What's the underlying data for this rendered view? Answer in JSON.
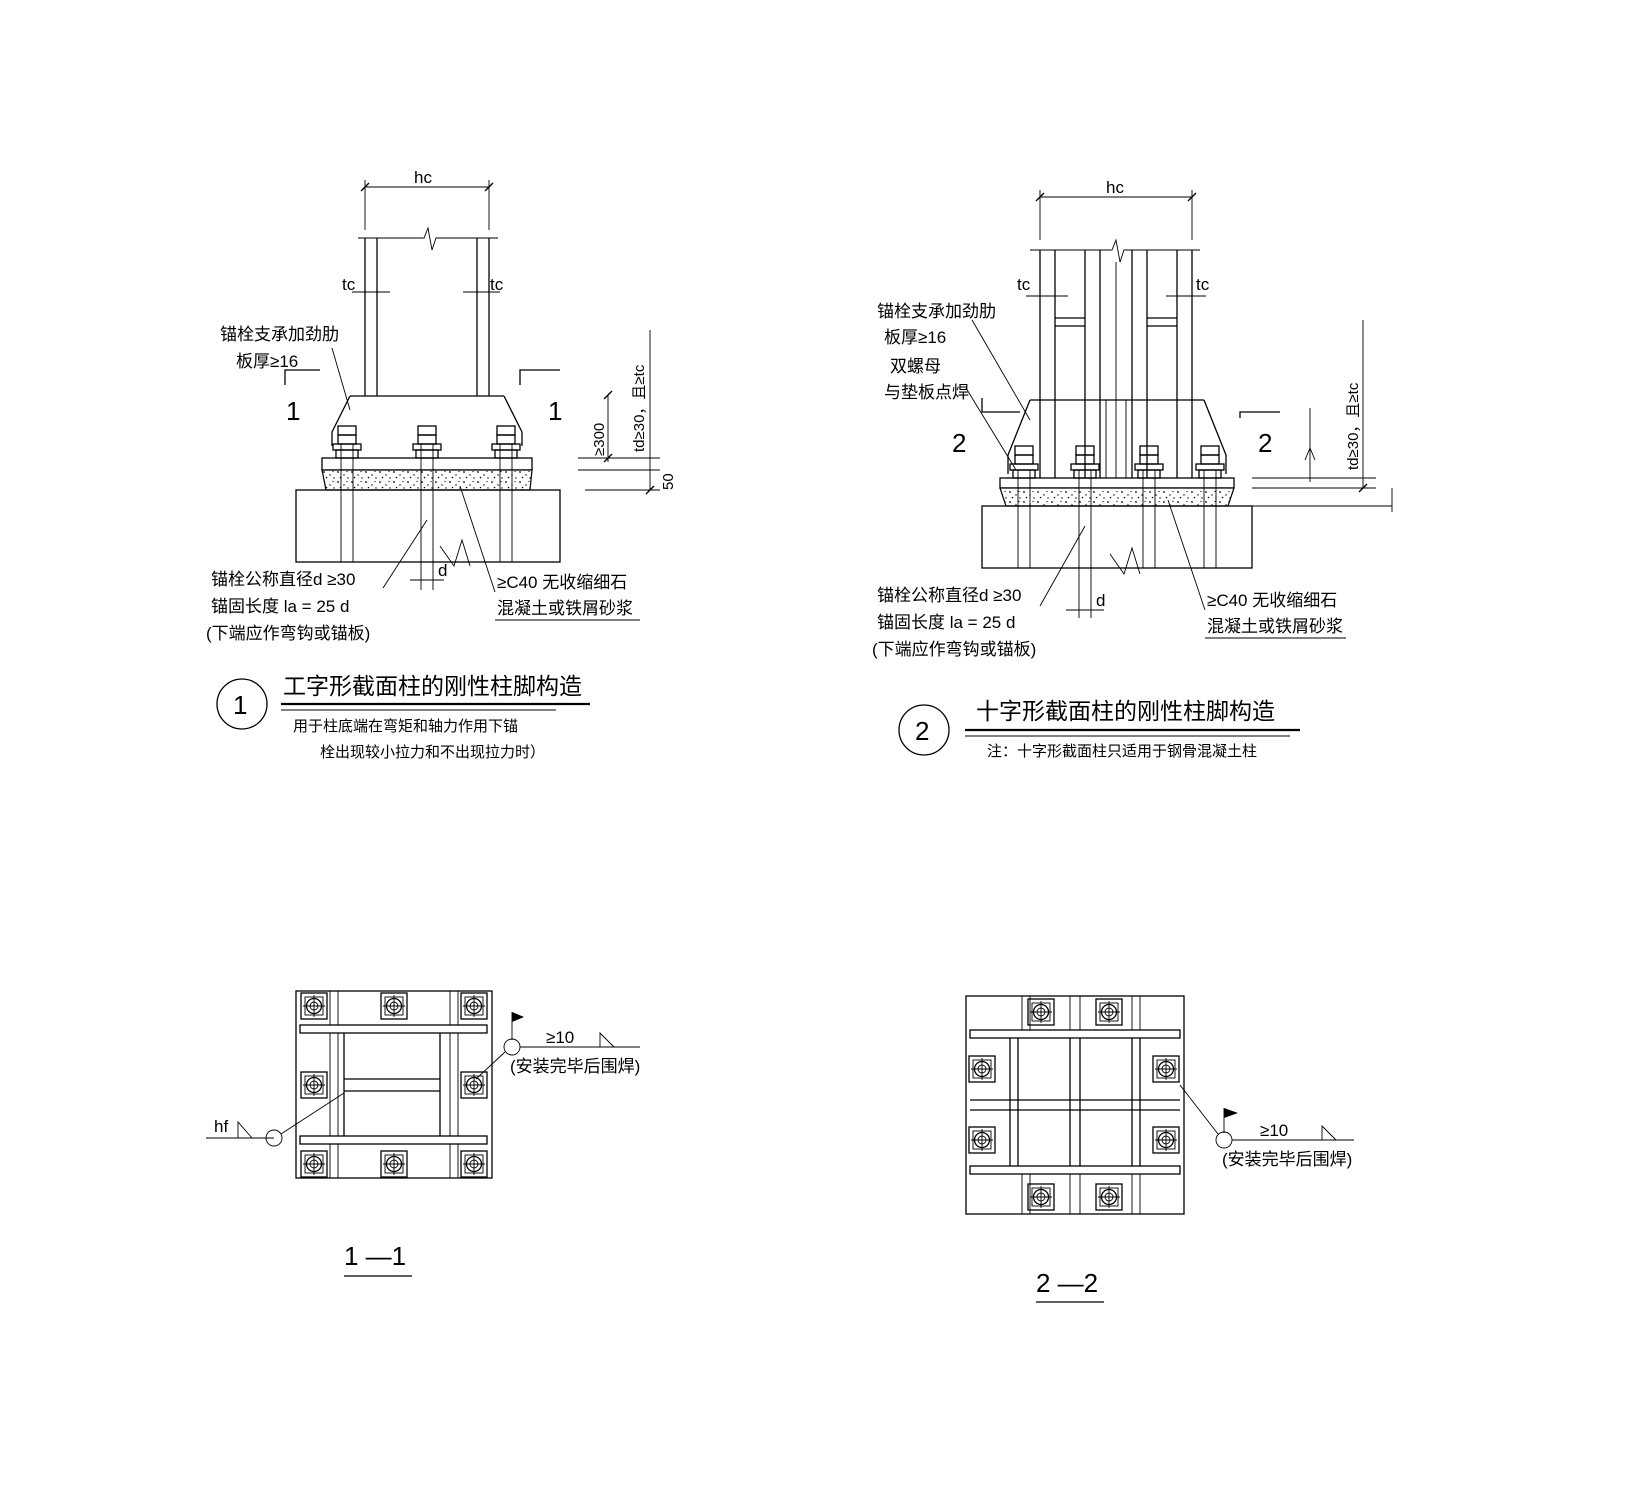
{
  "detail1": {
    "dim_hc": "hc",
    "tc_left": "tc",
    "tc_right": "tc",
    "stiffener_line1": "锚栓支承加劲肋",
    "stiffener_line2": "板厚≥16",
    "cut_left": "1",
    "cut_right": "1",
    "dim_300": "≥300",
    "dim_td": "td≥30，且≥tc",
    "dim_50": "50",
    "bolt_line1": "锚栓公称直径d ≥30",
    "bolt_line2": "锚固长度 la = 25 d",
    "bolt_line3": "(下端应作弯钩或锚板)",
    "dim_d": "d",
    "grout_line1": "≥C40 无收缩细石",
    "grout_line2": "混凝土或铁屑砂浆",
    "number": "1",
    "title": "工字形截面柱的刚性柱脚构造",
    "note_line1": "用于柱底端在弯矩和轴力作用下锚",
    "note_line2": "栓出现较小拉力和不出现拉力时）"
  },
  "detail2": {
    "dim_hc": "hc",
    "tc_left": "tc",
    "tc_right": "tc",
    "stiffener_line1": "锚栓支承加劲肋",
    "stiffener_line2": "板厚≥16",
    "nut_line1": "双螺母",
    "nut_line2": "与垫板点焊",
    "cut_left": "2",
    "cut_right": "2",
    "dim_td": "td≥30，且≥tc",
    "bolt_line1": "锚栓公称直径d ≥30",
    "bolt_line2": "锚固长度 la = 25 d",
    "bolt_line3": "(下端应作弯钩或锚板)",
    "dim_d": "d",
    "grout_line1": "≥C40 无收缩细石",
    "grout_line2": "混凝土或铁屑砂浆",
    "number": "2",
    "title": "十字形截面柱的刚性柱脚构造",
    "note": "注：十字形截面柱只适用于钢骨混凝土柱"
  },
  "section1": {
    "weld_hf": "hf",
    "weld_size": "≥10",
    "weld_note": "(安装完毕后围焊)",
    "label": "1 —1"
  },
  "section2": {
    "weld_size": "≥10",
    "weld_note": "(安装完毕后围焊)",
    "label": "2 —2"
  }
}
